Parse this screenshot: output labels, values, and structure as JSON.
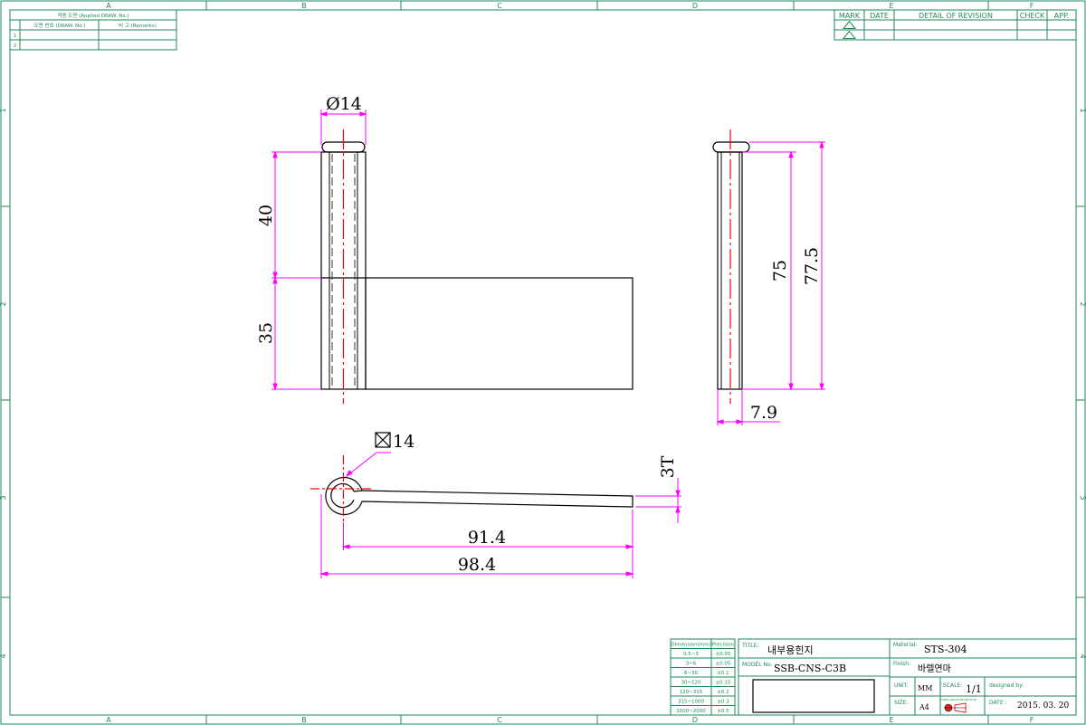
{
  "border": {
    "top_cols": [
      "A",
      "B",
      "C",
      "D",
      "E",
      "F"
    ],
    "bottom_cols": [
      "A",
      "B",
      "C",
      "D",
      "E",
      "F"
    ],
    "rows": [
      "1",
      "2",
      "3",
      "4"
    ]
  },
  "applied_table": {
    "header": "적용 도면 (Applied DRAW. No.)",
    "col_no": "도면 번호 (DRAW. No.)",
    "col_remarks": "비 고 (Remarks)",
    "rows": [
      "1",
      "2"
    ]
  },
  "revision_table": {
    "mark": "MARK",
    "date": "DATE",
    "detail": "DETAIL OF REVISION",
    "check": "CHECK",
    "app": "APP."
  },
  "dimensions": {
    "front_diameter": "Ø14",
    "front_upper": "40",
    "front_lower": "35",
    "side_inner": "75",
    "side_outer": "77.5",
    "side_thickness": "7.9",
    "top_pin": "14",
    "top_thickness": "3T",
    "top_inner": "91.4",
    "top_overall": "98.4"
  },
  "tolerance_table": {
    "head_dim": "Dimension(mm)",
    "head_prec": "Precision",
    "rows": [
      [
        "0.5~3",
        "±0.05"
      ],
      [
        "3~6",
        "±0.05"
      ],
      [
        "6~30",
        "±0.1"
      ],
      [
        "30~120",
        "±0.15"
      ],
      [
        "120~315",
        "±0.2"
      ],
      [
        "315~1000",
        "±0.3"
      ],
      [
        "1000~2000",
        "±0.5"
      ]
    ]
  },
  "title_block": {
    "title_label": "TITLE:",
    "title_value": "내부용힌지",
    "model_label": "MODEL No.",
    "model_value": "SSB-CNS-C3B",
    "material_label": "Material:",
    "material_value": "STS-304",
    "finish_label": "Finish:",
    "finish_value": "바렐연마",
    "unit_label": "UNIT:",
    "unit_value": "MM",
    "scale_label": "SCALE:",
    "scale_value": "1/1",
    "designed_label": "designed by:",
    "size_label": "SIZE:",
    "size_value": "A4",
    "projection_label": "THIRD ANGLE PROJECTION",
    "date_label": "DATE :",
    "date_value": "2015. 03. 20"
  },
  "colors": {
    "line": "#000000",
    "frame": "#1f8a5a",
    "dimension": "#ff00ff",
    "centerline": "#ff0000"
  }
}
